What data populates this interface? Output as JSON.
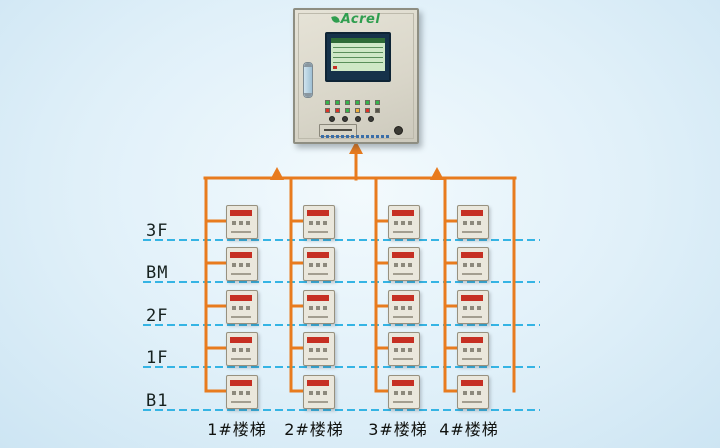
{
  "diagram": {
    "title_hint": "fire-power-monitoring-topology",
    "floors": [
      "3F",
      "BM",
      "2F",
      "1F",
      "B1"
    ],
    "staircases": [
      "1#楼梯",
      "2#楼梯",
      "3#楼梯",
      "4#楼梯"
    ],
    "device_rows": 5,
    "device_columns": 4,
    "colors": {
      "bus_line": "#e87b1e",
      "floor_dashed_line": "#35b4e4",
      "device_label": "#c62f23",
      "brand_green": "#2f9e4f"
    }
  },
  "cabinet": {
    "brand": "Acrel"
  }
}
